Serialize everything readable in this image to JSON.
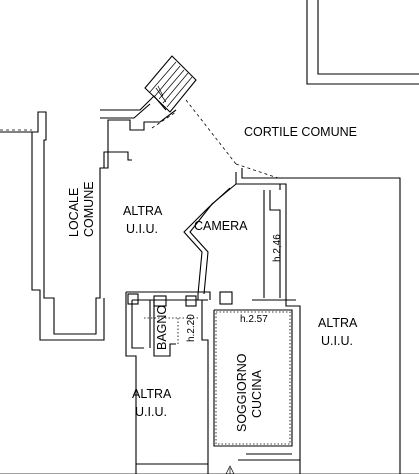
{
  "labels": {
    "cortile": "CORTILE COMUNE",
    "locale_comune_1": "LOCALE",
    "locale_comune_2": "COMUNE",
    "altra_uiu_nw_1": "ALTRA",
    "altra_uiu_nw_2": "U.I.U.",
    "camera": "CAMERA",
    "height_camera": "h.2,46",
    "bagno": "BAGNO",
    "height_bagno": "h.2.20",
    "height_soggiorno": "h.2.57",
    "altra_uiu_e_1": "ALTRA",
    "altra_uiu_e_2": "U.I.U.",
    "soggiorno_1": "SOGGIORNO",
    "soggiorno_2": "CUCINA",
    "altra_uiu_sw_1": "ALTRA",
    "altra_uiu_sw_2": "U.I.U."
  }
}
